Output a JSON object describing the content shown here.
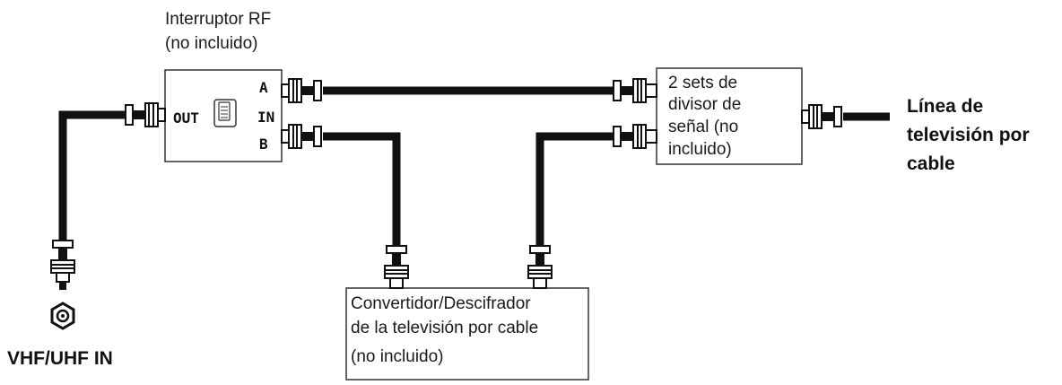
{
  "rf_switch": {
    "title_line1": "Interruptor RF",
    "title_line2": "(no incluido)",
    "port_out": "OUT",
    "port_in": "IN",
    "port_a": "A",
    "port_b": "B"
  },
  "splitter": {
    "line1": "2 sets de",
    "line2": "divisor de",
    "line3": "señal (no",
    "line4": "incluido)"
  },
  "converter": {
    "line1": "Convertidor/Descifrador",
    "line2": "de la televisión por cable",
    "line3": "(no incluido)"
  },
  "cable_line": {
    "line1": "Línea de",
    "line2": "televisión por",
    "line3": "cable"
  },
  "antenna": {
    "label": "VHF/UHF IN"
  },
  "colors": {
    "cable": "#111111",
    "box_border": "#333333",
    "text": "#1a1a1a"
  }
}
